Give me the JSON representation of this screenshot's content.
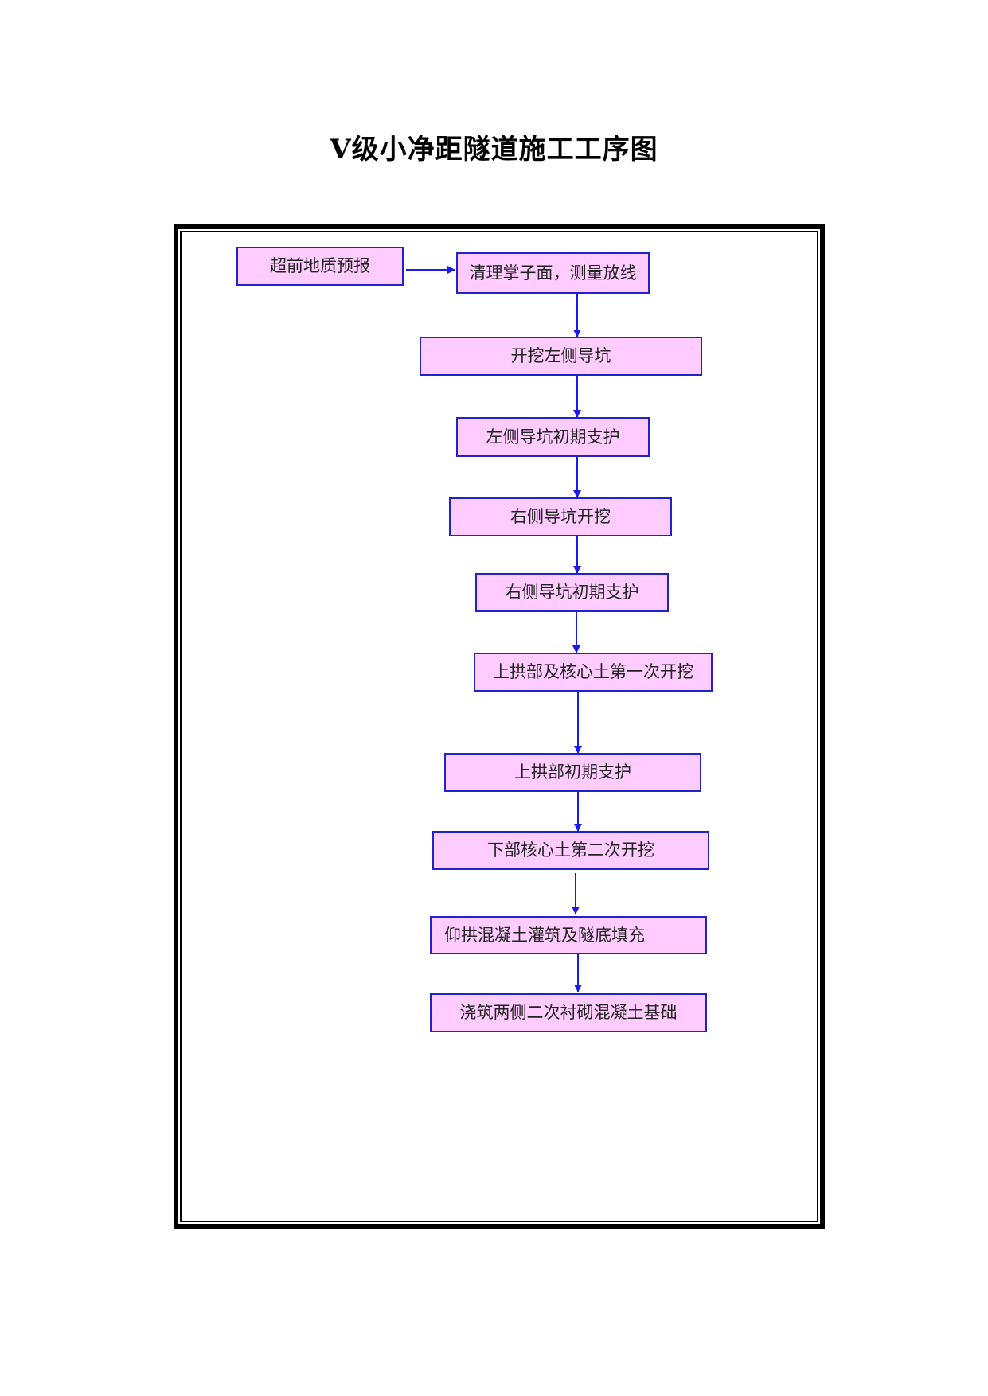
{
  "title": "Ⅴ级小净距隧道施工工序图",
  "colors": {
    "box_fill": "#ffccff",
    "box_border": "#2222cc",
    "arrow": "#1a1aee",
    "frame": "#000000"
  },
  "side_step": {
    "label": "超前地质预报"
  },
  "steps": [
    {
      "label": "清理掌子面，测量放线"
    },
    {
      "label": "开挖左侧导坑"
    },
    {
      "label": "左侧导坑初期支护"
    },
    {
      "label": "右侧导坑开挖"
    },
    {
      "label": "右侧导坑初期支护"
    },
    {
      "label": "上拱部及核心土第一次开挖"
    },
    {
      "label": "上拱部初期支护"
    },
    {
      "label": "下部核心土第二次开挖"
    },
    {
      "label": "仰拱混凝土灌筑及隧底填充"
    },
    {
      "label": "浇筑两侧二次衬砌混凝土基础"
    }
  ]
}
